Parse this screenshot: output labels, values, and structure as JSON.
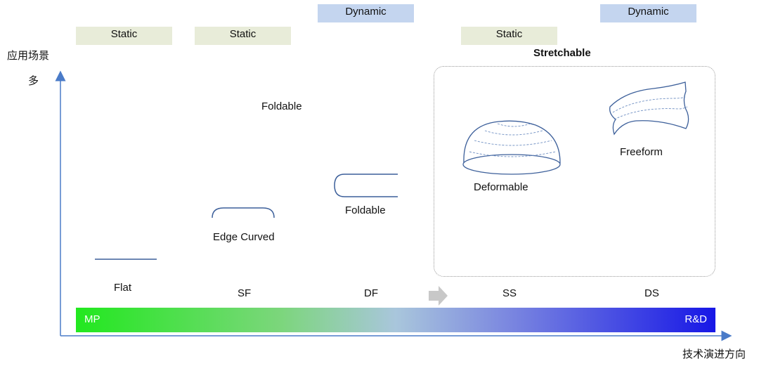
{
  "tags": {
    "flat": "Static",
    "sf": "Static",
    "df": "Dynamic",
    "ss": "Static",
    "ds": "Dynamic"
  },
  "axes": {
    "y_title": "应用场景",
    "y_top": "多",
    "x_title": "技术演进方向"
  },
  "labels": {
    "foldable_top": "Foldable",
    "stretchable": "Stretchable",
    "flat": "Flat",
    "edge_curved": "Edge Curved",
    "foldable": "Foldable",
    "deformable": "Deformable",
    "freeform": "Freeform"
  },
  "stages": {
    "sf": "SF",
    "df": "DF",
    "ss": "SS",
    "ds": "DS"
  },
  "bar": {
    "left": "MP",
    "right": "R&D"
  },
  "colors": {
    "static_tag": "#e8ecd9",
    "dynamic_tag": "#c4d5ef",
    "axis": "#4a7bc8",
    "shape_stroke": "#3c5f9a",
    "arrow": "#c8c8c8",
    "gradient_start": "#22e81f",
    "gradient_end": "#1717e6"
  }
}
